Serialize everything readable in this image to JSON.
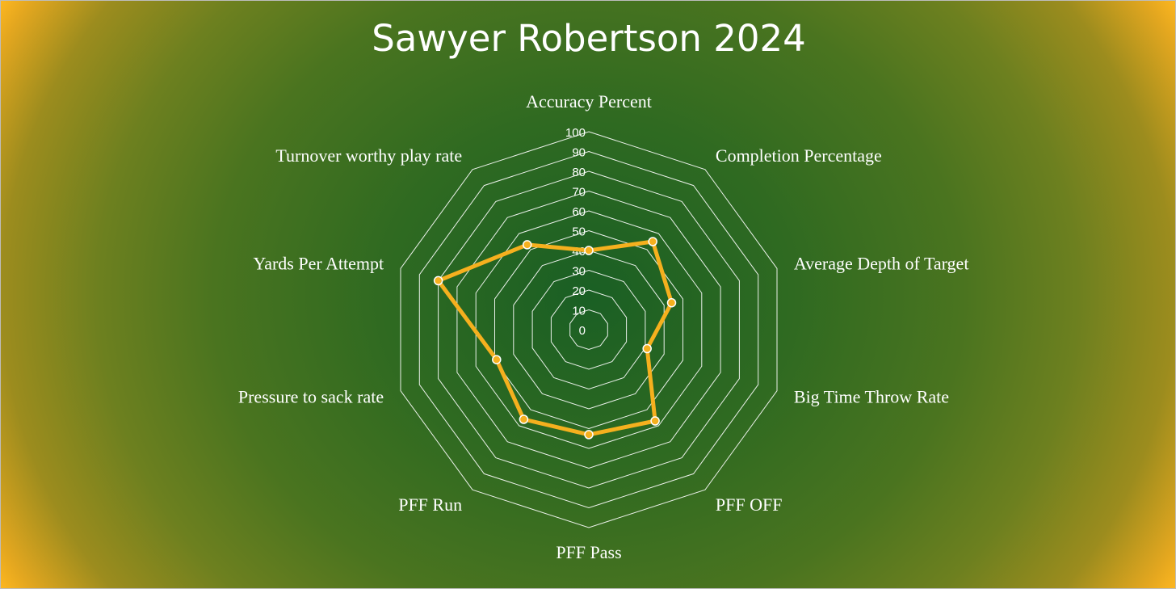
{
  "chart_data": {
    "type": "radar",
    "title": "Sawyer Robertson 2024",
    "axes": [
      "Accuracy Percent",
      "Completion Percentage",
      "Average Depth of Target",
      "Big Time Throw Rate",
      "PFF OFF",
      "PFF Pass",
      "PFF Run",
      "Pressure to sack rate",
      "Yards Per Attempt",
      "Turnover worthy play rate"
    ],
    "rlim": [
      0,
      100
    ],
    "ticks": [
      "0",
      "10",
      "20",
      "30",
      "40",
      "50",
      "60",
      "70",
      "80",
      "90",
      "100"
    ],
    "grid": true,
    "series": [
      {
        "values": [
          40,
          55,
          44,
          31,
          57,
          53,
          56,
          49,
          80,
          53
        ]
      }
    ]
  },
  "colors": {
    "series": "#f5b01e",
    "grid": "#ffffff",
    "text": "#ffffff",
    "background_center": "#1a5f24",
    "background_edge": "#ffb820"
  }
}
